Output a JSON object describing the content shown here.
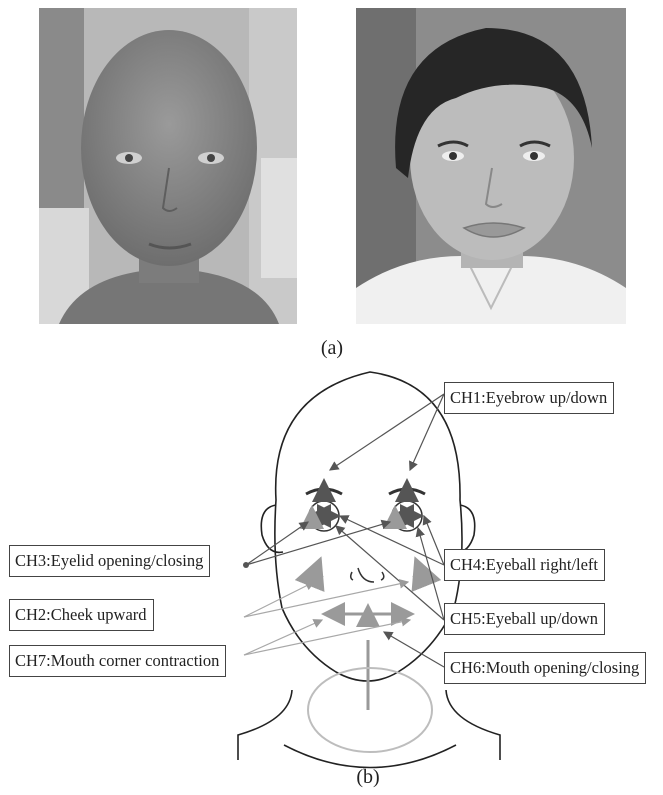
{
  "captions": {
    "a": "(a)",
    "b": "(b)"
  },
  "photos": [
    {
      "subject": "bald android head (grey skin)"
    },
    {
      "subject": "android with wig and white shirt"
    }
  ],
  "channels": {
    "ch1": "CH1:Eyebrow up/down",
    "ch2": "CH2:Cheek upward",
    "ch3": "CH3:Eyelid opening/closing",
    "ch4": "CH4:Eyeball right/left",
    "ch5": "CH5:Eyeball up/down",
    "ch6": "CH6:Mouth opening/closing",
    "ch7": "CH7:Mouth corner contraction"
  },
  "colors": {
    "dark_arrow": "#555555",
    "light_arrow": "#9a9a9a",
    "line": "#222222"
  }
}
